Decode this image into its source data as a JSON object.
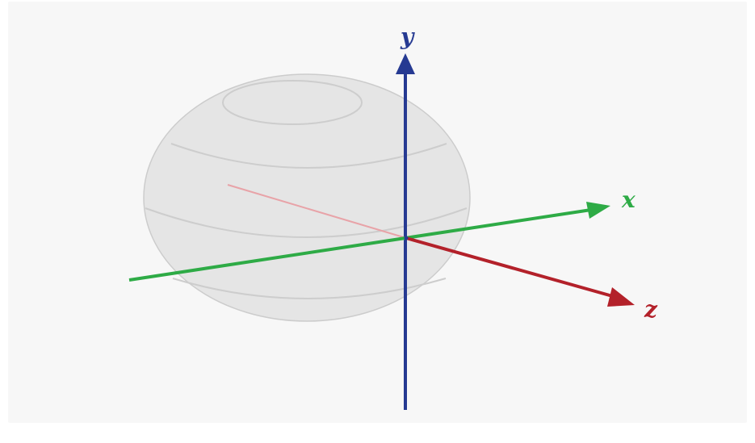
{
  "diagram": {
    "axes": {
      "x": {
        "label": "x",
        "color": "#2eab46"
      },
      "y": {
        "label": "y",
        "color": "#263a92"
      },
      "z": {
        "label": "z",
        "color": "#b3212a"
      }
    },
    "hidden_z_segment_color": "#e8a3a8",
    "ellipsoid": {
      "fill": "#e4e4e4",
      "stroke": "#c8c8c8",
      "latitude_line_color": "#cdcdcd"
    },
    "background": "#f7f7f7"
  }
}
